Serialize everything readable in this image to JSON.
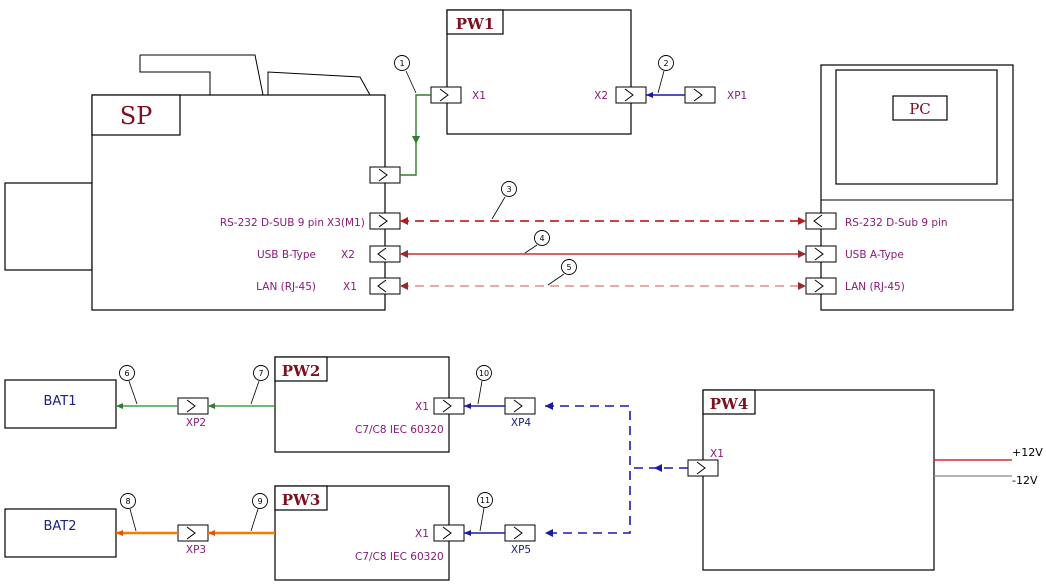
{
  "blocks": {
    "sp": "SP",
    "pw1": "PW1",
    "pc": "PC",
    "pw2": "PW2",
    "pw3": "PW3",
    "pw4": "PW4",
    "bat1": "BAT1",
    "bat2": "BAT2"
  },
  "sp_ports": {
    "rs232_desc": "RS-232 D-SUB 9 pin",
    "rs232_id": "X3(M1)",
    "usb_desc": "USB B-Type",
    "usb_id": "X2",
    "lan_desc": "LAN (RJ-45)",
    "lan_id": "X1"
  },
  "pc_ports": {
    "rs232": "RS-232 D-Sub 9 pin",
    "usb": "USB A-Type",
    "lan": "LAN (RJ-45)"
  },
  "pw1_ports": {
    "x1": "X1",
    "x2": "X2"
  },
  "plugs": {
    "xp1": "XP1",
    "xp2": "XP2",
    "xp3": "XP3",
    "xp4": "XP4",
    "xp5": "XP5"
  },
  "pw2": {
    "x1": "X1",
    "std": "C7/C8 IEC 60320"
  },
  "pw3": {
    "x1": "X1",
    "std": "C7/C8 IEC 60320"
  },
  "pw4": {
    "x1": "X1",
    "plus": "+12V",
    "minus": "-12V"
  },
  "cables": [
    "1",
    "2",
    "3",
    "4",
    "5",
    "6",
    "7",
    "8",
    "9",
    "10",
    "11"
  ],
  "colors": {
    "green": "#2e7d32",
    "red": "#d32f2f",
    "blue": "#1a1aa8",
    "orange": "#f57c00",
    "label_purple": "#8a1a7a",
    "title_red": "#7a1020"
  }
}
